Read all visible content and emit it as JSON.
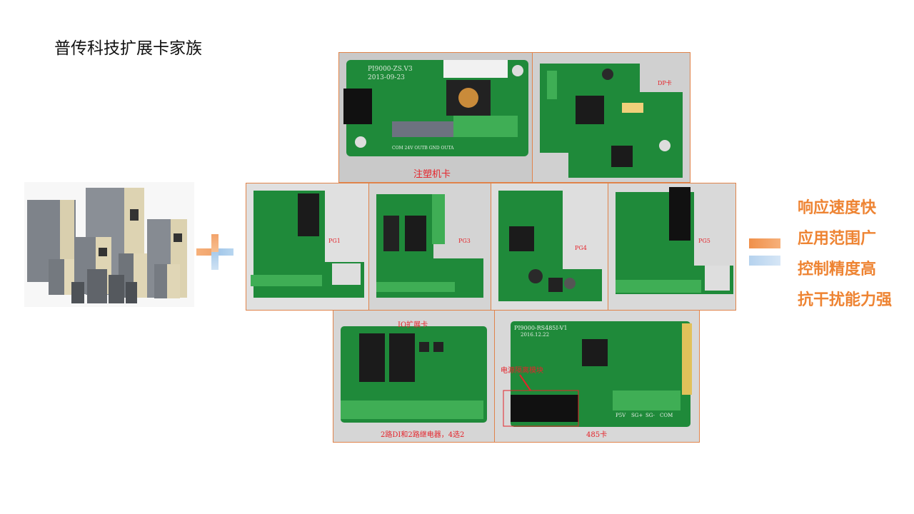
{
  "title": "普传科技扩展卡家族",
  "features": [
    "响应速度快",
    "应用范围广",
    "控制精度高",
    "抗干扰能力强"
  ],
  "boards": {
    "injection": {
      "caption": "注塑机卡",
      "silk_model": "PI9000-ZS.V3",
      "silk_date": "2013-09-23",
      "terminals": "COM 24V OUTB GND OUTA"
    },
    "dp": {
      "caption": "DP卡"
    },
    "pg1": {
      "caption": "PG1"
    },
    "pg3": {
      "caption": "PG3"
    },
    "pg4": {
      "caption": "PG4"
    },
    "pg5": {
      "caption": "PG5"
    },
    "io": {
      "caption": "IO扩展卡",
      "note": "2路DI和2路继电器，4选2"
    },
    "rs485": {
      "caption": "485卡",
      "silk_model": "PI9000-RS485I-V1",
      "silk_date": "2016.12.22",
      "annotation": "电源隔离模块",
      "terminals": [
        "P5V",
        "SG+",
        "SG-",
        "COM"
      ]
    }
  },
  "colors": {
    "accent": "#ee8433",
    "panel_border": "#e0834a",
    "label_red": "#e5232a",
    "pcb_green": "#1f8a3a"
  }
}
